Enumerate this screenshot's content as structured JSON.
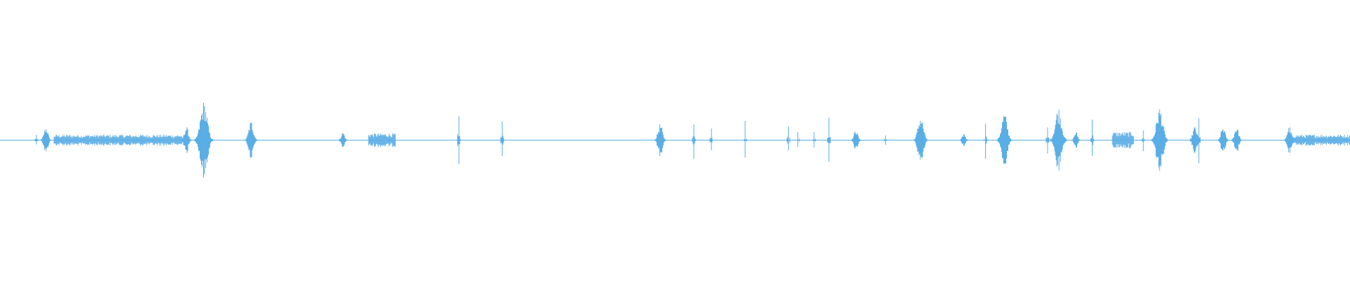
{
  "waveform": {
    "color": "#5aaee6",
    "background": "#ffffff",
    "bursts": [
      {
        "t": 0.027,
        "amp": 0.02,
        "kind": "spike"
      },
      {
        "t": 0.034,
        "amp": 0.05,
        "kind": "burst"
      },
      {
        "t": 0.04,
        "amp": 0.02,
        "kind": "noise",
        "len": 0.095
      },
      {
        "t": 0.138,
        "amp": 0.05,
        "kind": "burst"
      },
      {
        "t": 0.151,
        "amp": 0.14,
        "kind": "burst"
      },
      {
        "t": 0.186,
        "amp": 0.07,
        "kind": "burst"
      },
      {
        "t": 0.254,
        "amp": 0.03,
        "kind": "burst"
      },
      {
        "t": 0.273,
        "amp": 0.025,
        "kind": "noise",
        "len": 0.02
      },
      {
        "t": 0.34,
        "amp": 0.09,
        "kind": "spike"
      },
      {
        "t": 0.372,
        "amp": 0.07,
        "kind": "spike"
      },
      {
        "t": 0.489,
        "amp": 0.06,
        "kind": "burst"
      },
      {
        "t": 0.514,
        "amp": 0.07,
        "kind": "spike"
      },
      {
        "t": 0.527,
        "amp": 0.05,
        "kind": "spike"
      },
      {
        "t": 0.552,
        "amp": 0.08,
        "kind": "spike"
      },
      {
        "t": 0.584,
        "amp": 0.05,
        "kind": "spike"
      },
      {
        "t": 0.591,
        "amp": 0.03,
        "kind": "spike"
      },
      {
        "t": 0.603,
        "amp": 0.03,
        "kind": "spike"
      },
      {
        "t": 0.614,
        "amp": 0.1,
        "kind": "spike"
      },
      {
        "t": 0.634,
        "amp": 0.04,
        "kind": "burst"
      },
      {
        "t": 0.656,
        "amp": 0.02,
        "kind": "spike"
      },
      {
        "t": 0.682,
        "amp": 0.09,
        "kind": "burst"
      },
      {
        "t": 0.714,
        "amp": 0.025,
        "kind": "burst"
      },
      {
        "t": 0.73,
        "amp": 0.07,
        "kind": "spike"
      },
      {
        "t": 0.744,
        "amp": 0.1,
        "kind": "burst"
      },
      {
        "t": 0.776,
        "amp": 0.05,
        "kind": "spike"
      },
      {
        "t": 0.784,
        "amp": 0.12,
        "kind": "burst"
      },
      {
        "t": 0.797,
        "amp": 0.03,
        "kind": "burst"
      },
      {
        "t": 0.809,
        "amp": 0.08,
        "kind": "spike"
      },
      {
        "t": 0.824,
        "amp": 0.03,
        "kind": "noise",
        "len": 0.016
      },
      {
        "t": 0.847,
        "amp": 0.04,
        "kind": "spike"
      },
      {
        "t": 0.859,
        "amp": 0.12,
        "kind": "burst"
      },
      {
        "t": 0.885,
        "amp": 0.05,
        "kind": "burst"
      },
      {
        "t": 0.888,
        "amp": 0.09,
        "kind": "spike"
      },
      {
        "t": 0.906,
        "amp": 0.05,
        "kind": "burst"
      },
      {
        "t": 0.916,
        "amp": 0.05,
        "kind": "burst"
      },
      {
        "t": 0.955,
        "amp": 0.05,
        "kind": "burst"
      },
      {
        "t": 0.957,
        "amp": 0.02,
        "kind": "noise",
        "len": 0.043
      }
    ]
  }
}
